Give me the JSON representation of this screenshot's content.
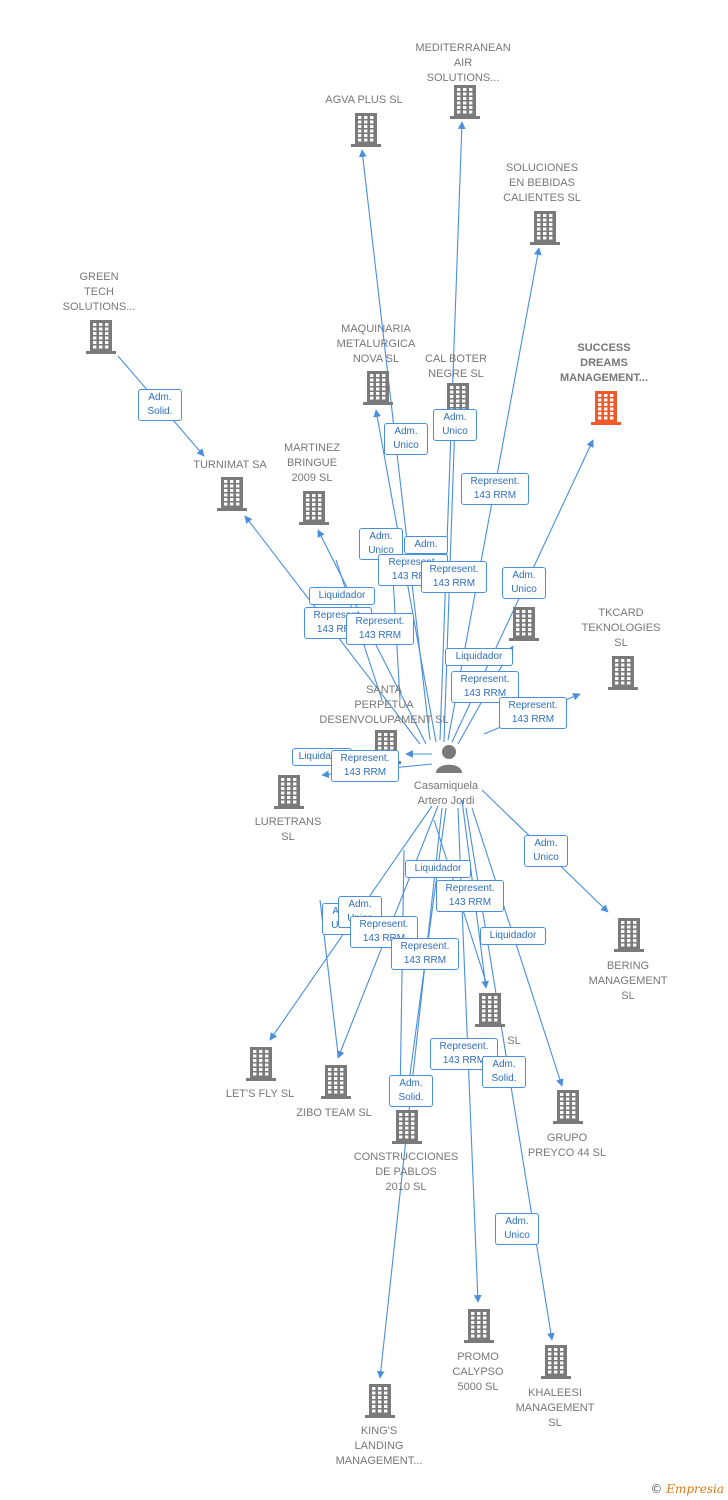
{
  "center": {
    "label": "Casamiquela\nArtero Jordi"
  },
  "colors": {
    "edge": "#4a8fdc",
    "node": "#7a7a7a",
    "highlight": "#f05a28",
    "label": "#777777"
  },
  "companies": [
    {
      "id": "mediterranean",
      "label": "MEDITERRANEAN\nAIR\nSOLUTIONS...",
      "highlight": false
    },
    {
      "id": "agva",
      "label": "AGVA PLUS  SL",
      "highlight": false
    },
    {
      "id": "soluciones",
      "label": "SOLUCIONES\nEN BEBIDAS\nCALIENTES  SL",
      "highlight": false
    },
    {
      "id": "green",
      "label": "GREEN\nTECH\nSOLUTIONS...",
      "highlight": false
    },
    {
      "id": "maquinaria",
      "label": "MAQUINARIA\nMETALURGICA\nNOVA  SL",
      "highlight": false
    },
    {
      "id": "calboter",
      "label": "CAL BOTER\nNEGRE SL",
      "highlight": false
    },
    {
      "id": "success",
      "label": "SUCCESS\nDREAMS\nMANAGEMENT...",
      "highlight": true
    },
    {
      "id": "turnimat",
      "label": "TURNIMAT SA",
      "highlight": false
    },
    {
      "id": "martinez",
      "label": "MARTINEZ\nBRINGUE\n2009 SL",
      "highlight": false
    },
    {
      "id": "le",
      "label": "LE          SL",
      "highlight": false
    },
    {
      "id": "tkcard",
      "label": "TKCARD\nTEKNOLOGIES\nSL",
      "highlight": false
    },
    {
      "id": "santa",
      "label": "SANTA\nPERPETUA\nDESENVOLUPAMENT SL",
      "highlight": false
    },
    {
      "id": "luretrans",
      "label": "LURETRANS\nSL",
      "highlight": false
    },
    {
      "id": "bering",
      "label": "BERING\nMANAGEMENT\nSL",
      "highlight": false
    },
    {
      "id": "mid",
      "label": "SL",
      "highlight": false
    },
    {
      "id": "letsfly",
      "label": "LET'S FLY SL",
      "highlight": false
    },
    {
      "id": "zibo",
      "label": "ZIBO TEAM  SL",
      "highlight": false
    },
    {
      "id": "construcciones",
      "label": "CONSTRUCCIONES\nDE PABLOS\n2010 SL",
      "highlight": false
    },
    {
      "id": "grupo",
      "label": "GRUPO\nPREYCO 44 SL",
      "highlight": false
    },
    {
      "id": "promo",
      "label": "PROMO\nCALYPSO\n5000 SL",
      "highlight": false
    },
    {
      "id": "khaleesi",
      "label": "KHALEESI\nMANAGEMENT\nSL",
      "highlight": false
    },
    {
      "id": "kings",
      "label": "KING'S\nLANDING\nMANAGEMENT...",
      "highlight": false
    }
  ],
  "relations": [
    {
      "id": "r1",
      "label": "Adm.\nSolid."
    },
    {
      "id": "r2",
      "label": "Adm.\nUnico"
    },
    {
      "id": "r3",
      "label": "Adm.\nUnico"
    },
    {
      "id": "r4",
      "label": "Represent.\n143 RRM"
    },
    {
      "id": "r5",
      "label": "Adm.\nUnico"
    },
    {
      "id": "r6",
      "label": "Adm."
    },
    {
      "id": "r7",
      "label": "Represent.\n143 RRM"
    },
    {
      "id": "r8",
      "label": "Represent.\n143 RRM"
    },
    {
      "id": "r9",
      "label": "Adm.\nUnico"
    },
    {
      "id": "r10",
      "label": "Liquidador"
    },
    {
      "id": "r11",
      "label": "Represent.\n143 RRM"
    },
    {
      "id": "r12",
      "label": "Represent.\n143 RRM"
    },
    {
      "id": "r13",
      "label": "Liquidador"
    },
    {
      "id": "r14",
      "label": "Represent.\n143 RRM"
    },
    {
      "id": "r15",
      "label": "Represent.\n143 RRM"
    },
    {
      "id": "r16",
      "label": "Liquidador"
    },
    {
      "id": "r17",
      "label": "Represent.\n143 RRM"
    },
    {
      "id": "r18",
      "label": "Adm.\nUnico"
    },
    {
      "id": "r19",
      "label": "Liquidador"
    },
    {
      "id": "r20",
      "label": "Represent.\n143 RRM"
    },
    {
      "id": "r21",
      "label": "Adm.\nUnico"
    },
    {
      "id": "r22",
      "label": "Adm.\nUnico"
    },
    {
      "id": "r23",
      "label": "Represent.\n143 RRM"
    },
    {
      "id": "r24",
      "label": "Represent.\n143 RRM"
    },
    {
      "id": "r25",
      "label": "Liquidador"
    },
    {
      "id": "r26",
      "label": "Represent.\n143 RRM"
    },
    {
      "id": "r27",
      "label": "Adm.\nSolid."
    },
    {
      "id": "r28",
      "label": "Adm.\nSolid."
    },
    {
      "id": "r29",
      "label": "Adm.\nUnico"
    }
  ],
  "footer": {
    "copyright": "©",
    "brand": "Empresia"
  }
}
